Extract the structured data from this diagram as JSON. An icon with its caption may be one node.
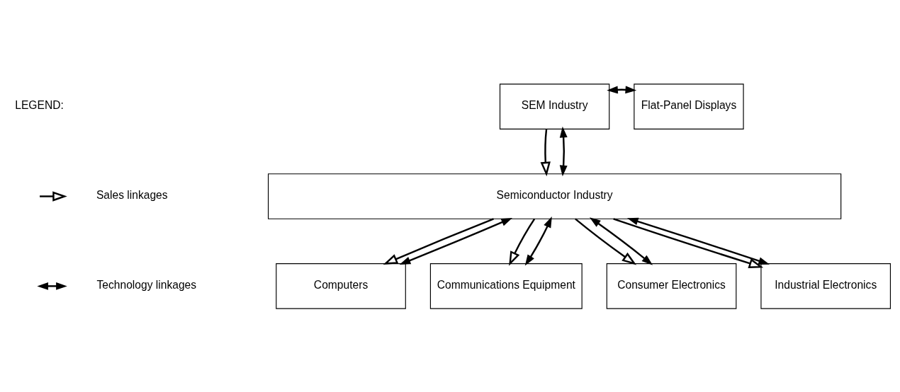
{
  "diagram": {
    "nodes": [
      {
        "text": [
          "SEM Industry"
        ]
      },
      {
        "text": [
          "Flat-Panel Displays"
        ]
      },
      {
        "text": [
          "Semiconductor Industry"
        ]
      },
      {
        "text": [
          "Computers"
        ]
      },
      {
        "text": [
          "Communications Equipment"
        ]
      },
      {
        "text": [
          "Consumer Electronics"
        ]
      },
      {
        "text": [
          "Industrial Electronics"
        ]
      }
    ],
    "edges": [
      {
        "from": 0,
        "to": 1,
        "arrow": "both"
      },
      {
        "from": 0,
        "to": 2,
        "arrow": "to"
      },
      {
        "from": 0,
        "to": 2,
        "arrow": "both"
      },
      {
        "from": 2,
        "to": 3,
        "arrow": "to"
      },
      {
        "from": 2,
        "to": 3,
        "arrow": "both"
      },
      {
        "from": 2,
        "to": 4,
        "arrow": "to"
      },
      {
        "from": 2,
        "to": 4,
        "arrow": "both"
      },
      {
        "from": 2,
        "to": 5,
        "arrow": "to"
      },
      {
        "from": 2,
        "to": 5,
        "arrow": "both"
      },
      {
        "from": 2,
        "to": 6,
        "arrow": "to"
      },
      {
        "from": 2,
        "to": 6,
        "arrow": "both"
      }
    ],
    "labels": [
      "LEGEND:"
    ],
    "legend": [
      {
        "text": "Sales linkages"
      },
      {
        "text": "Technology linkages"
      }
    ]
  }
}
